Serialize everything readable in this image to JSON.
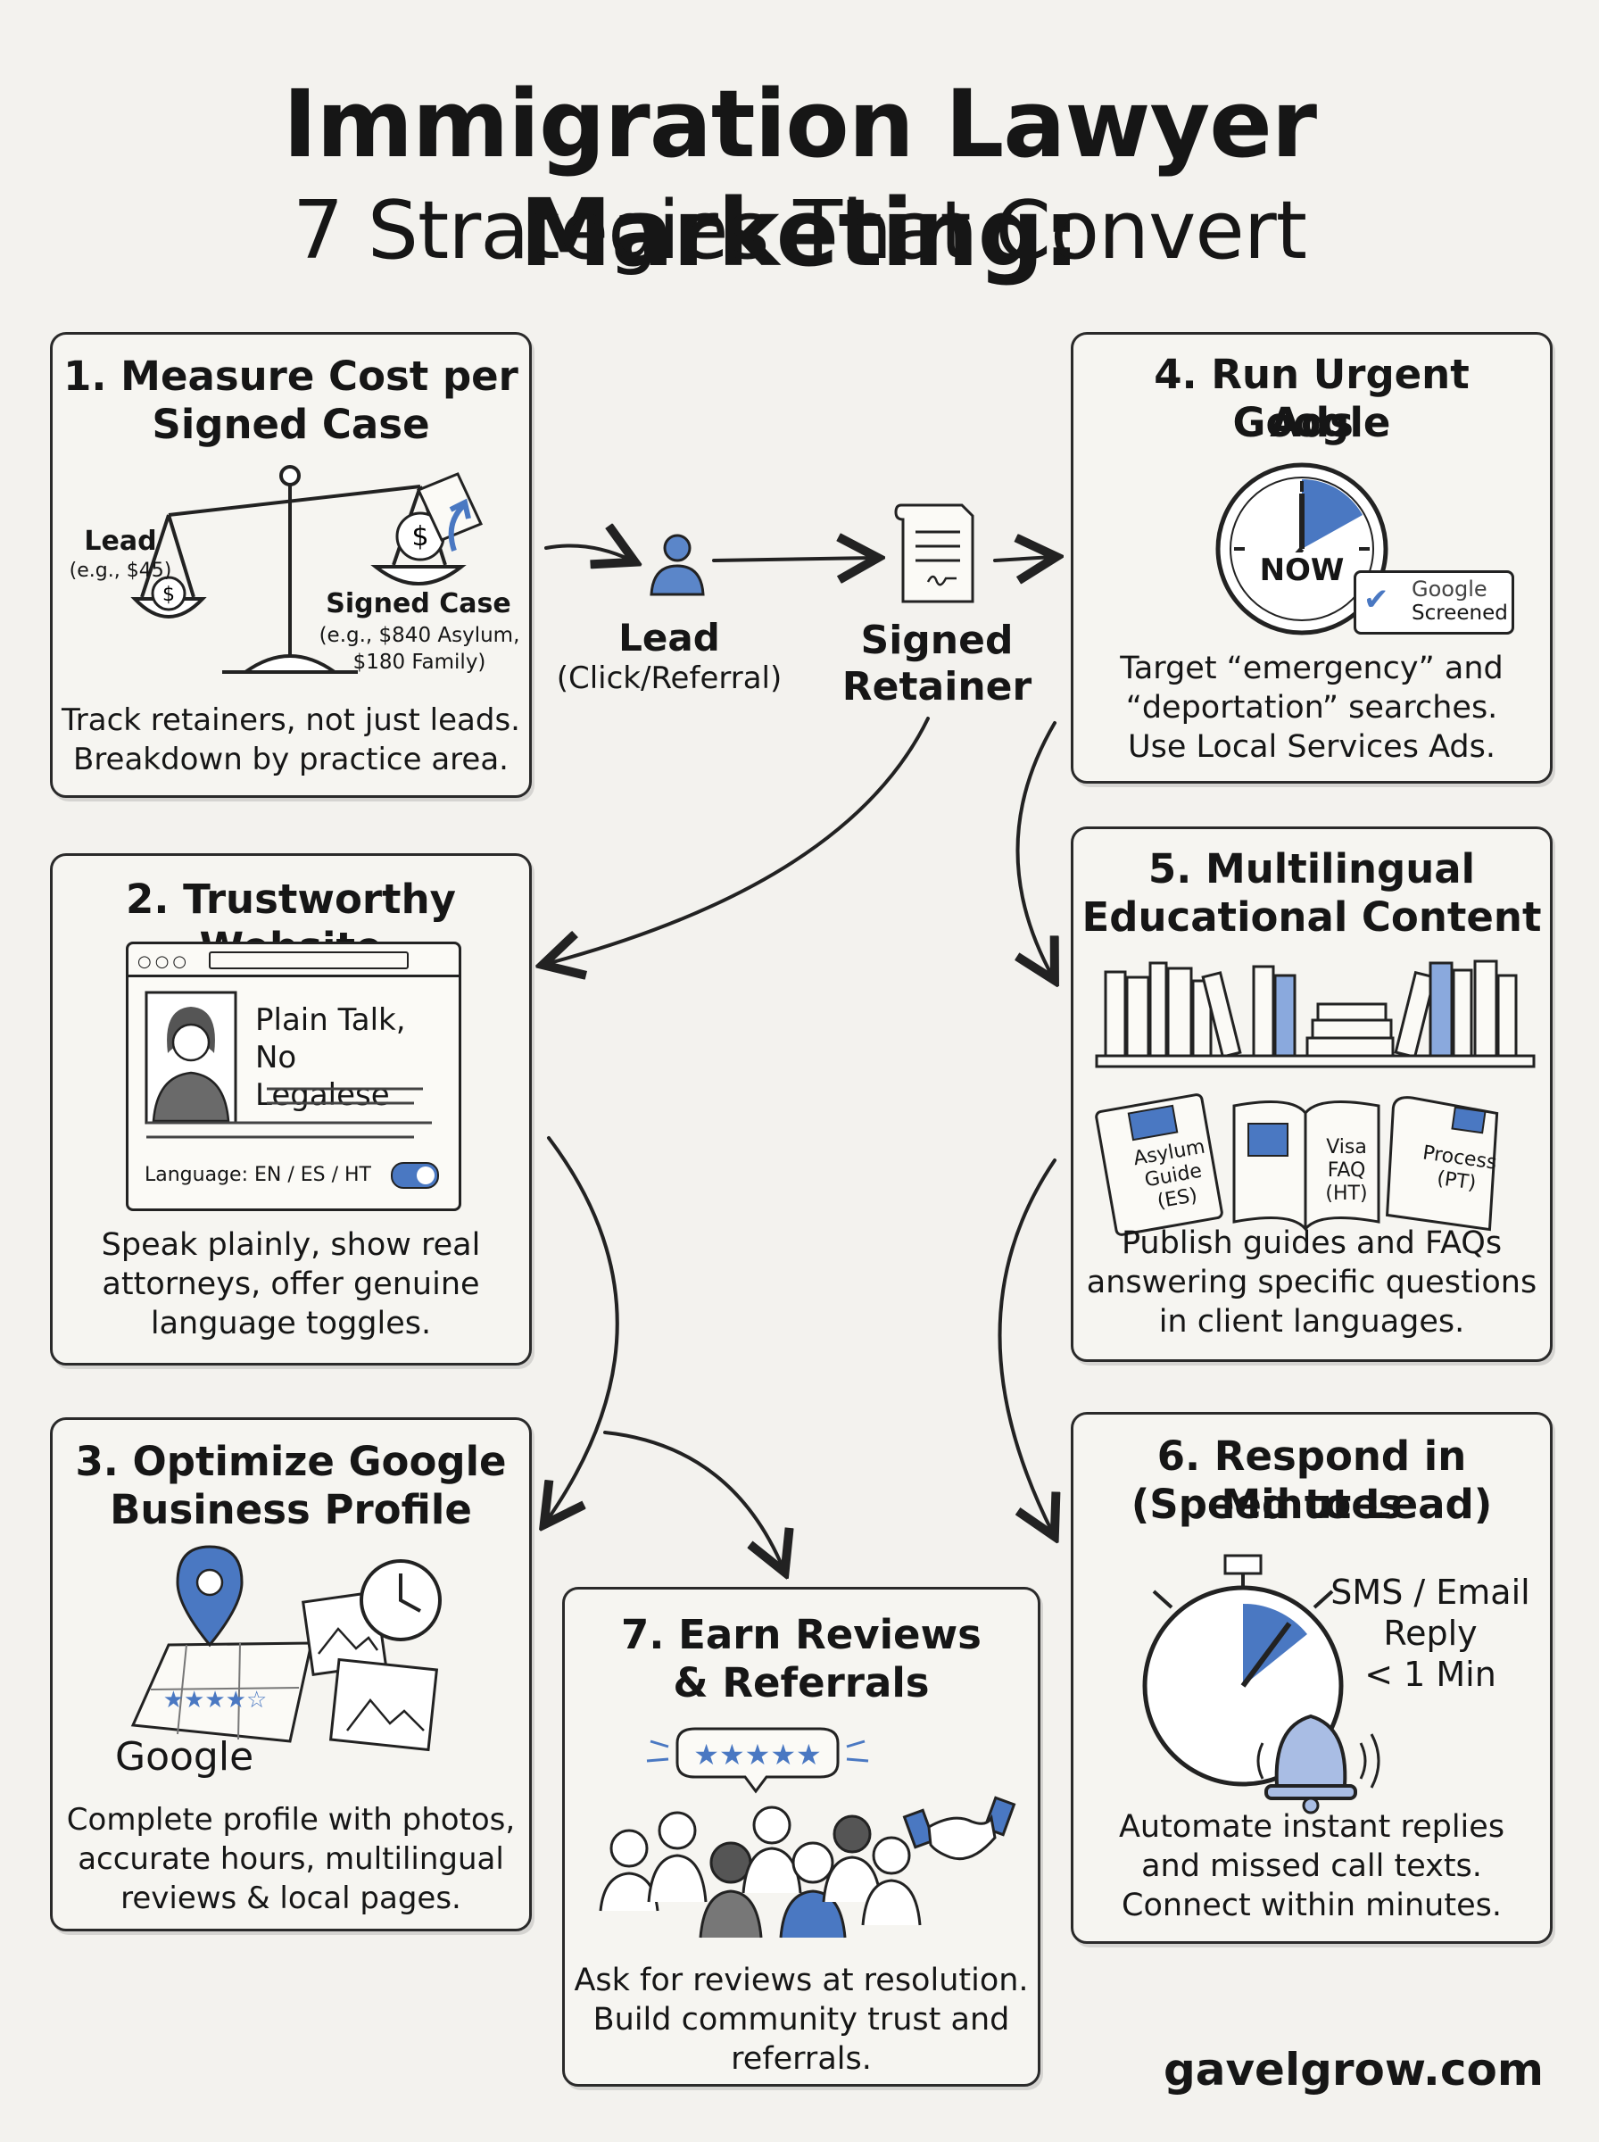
{
  "title_line1": "Immigration Lawyer Marketing:",
  "title_line2": "7 Strategies That Convert",
  "colors": {
    "accent": "#4a78c2",
    "ink": "#222222",
    "paper": "#f3f2ee"
  },
  "flow": {
    "lead": "Lead",
    "lead_sub": "(Click/Referral)",
    "signed1": "Signed",
    "signed2": "Retainer"
  },
  "card1": {
    "title1": "1. Measure Cost per",
    "title2": "Signed Case",
    "lead": "Lead",
    "lead_eg": "(e.g., $45)",
    "signed": "Signed Case",
    "signed_eg1": "(e.g., $840 Asylum,",
    "signed_eg2": "$180 Family)",
    "body1": "Track retainers, not just leads.",
    "body2": "Breakdown by practice area."
  },
  "card2": {
    "title": "2. Trustworthy Website",
    "hero1": "Plain Talk,",
    "hero2": "No Legalese",
    "lang": "Language: EN / ES / HT",
    "body1": "Speak plainly, show real",
    "body2": "attorneys, offer genuine",
    "body3": "language toggles."
  },
  "card3": {
    "title1": "3. Optimize Google",
    "title2": "Business Profile",
    "google": "Google",
    "body1": "Complete profile with photos,",
    "body2": "accurate hours, multilingual",
    "body3": "reviews & local pages."
  },
  "card4": {
    "title1": "4. Run Urgent Google",
    "title2": "Ads",
    "now": "NOW",
    "badge1": "Google",
    "badge2": "Screened",
    "body1": "Target “emergency” and",
    "body2": "“deportation” searches.",
    "body3": "Use Local Services Ads."
  },
  "card5": {
    "title1": "5. Multilingual",
    "title2": "Educational Content",
    "book1": [
      "Asylum",
      "Guide",
      "(ES)"
    ],
    "book2": [
      "Visa",
      "FAQ",
      "(HT)"
    ],
    "book3": [
      "Process",
      "(PT)"
    ],
    "body1": "Publish guides and FAQs",
    "body2": "answering specific questions",
    "body3": "in client languages."
  },
  "card6": {
    "title1": "6. Respond in Minutes",
    "title2": "(Speed to Lead)",
    "sms1": "SMS / Email",
    "sms2": "Reply",
    "sms3": "< 1 Min",
    "body1": "Automate instant replies",
    "body2": "and missed call texts.",
    "body3": "Connect within minutes."
  },
  "card7": {
    "title1": "7. Earn Reviews",
    "title2": "& Referrals",
    "body1": "Ask for reviews at resolution.",
    "body2": "Build community trust and",
    "body3": "referrals."
  },
  "footer": "gavelgrow.com"
}
